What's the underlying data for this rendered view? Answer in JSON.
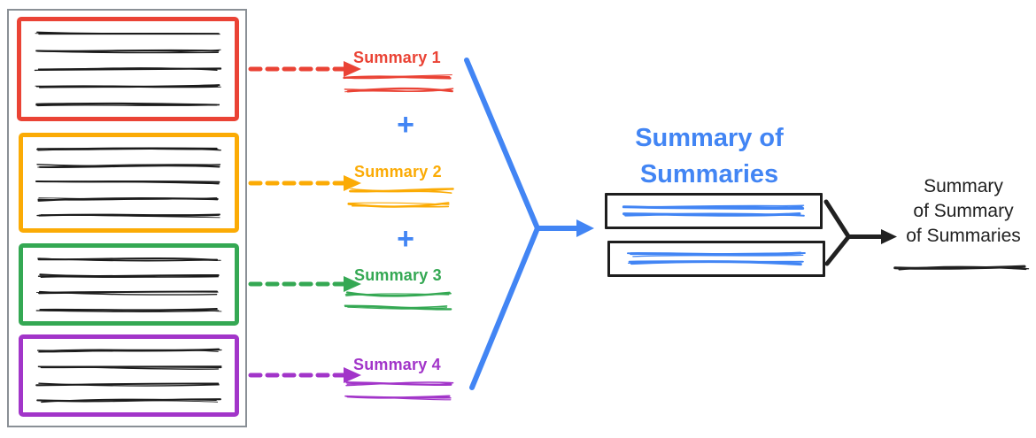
{
  "diagram": {
    "background": "#ffffff",
    "accent_blue": "#4285F4",
    "text_black": "#212121",
    "outer_box_border": "#8a9096",
    "document_line_color": "#1c1c1c"
  },
  "documents": {
    "boxes": [
      {
        "name": "document-1",
        "color": "#EA4335",
        "lines": 5
      },
      {
        "name": "document-2",
        "color": "#FBAB05",
        "lines": 5
      },
      {
        "name": "document-3",
        "color": "#34A853",
        "lines": 4
      },
      {
        "name": "document-4",
        "color": "#A235C9",
        "lines": 4
      }
    ]
  },
  "summaries": [
    {
      "label": "Summary 1",
      "color": "#EA4335",
      "scribble_lines": 2
    },
    {
      "label": "Summary 2",
      "color": "#FBAB05",
      "scribble_lines": 2
    },
    {
      "label": "Summary 3",
      "color": "#34A853",
      "scribble_lines": 2
    },
    {
      "label": "Summary 4",
      "color": "#A235C9",
      "scribble_lines": 2
    }
  ],
  "operators": {
    "plus": "+"
  },
  "summary_of_summaries": {
    "title_line1": "Summary of",
    "title_line2": "Summaries",
    "color": "#4285F4",
    "box_border_color": "#1e1e1e",
    "box_count": 2,
    "box_line_count": 2
  },
  "final_summary": {
    "label_line1": "Summary",
    "label_line2": "of Summary",
    "label_line3": "of Summaries",
    "color": "#212121",
    "underline_lines": 1
  }
}
